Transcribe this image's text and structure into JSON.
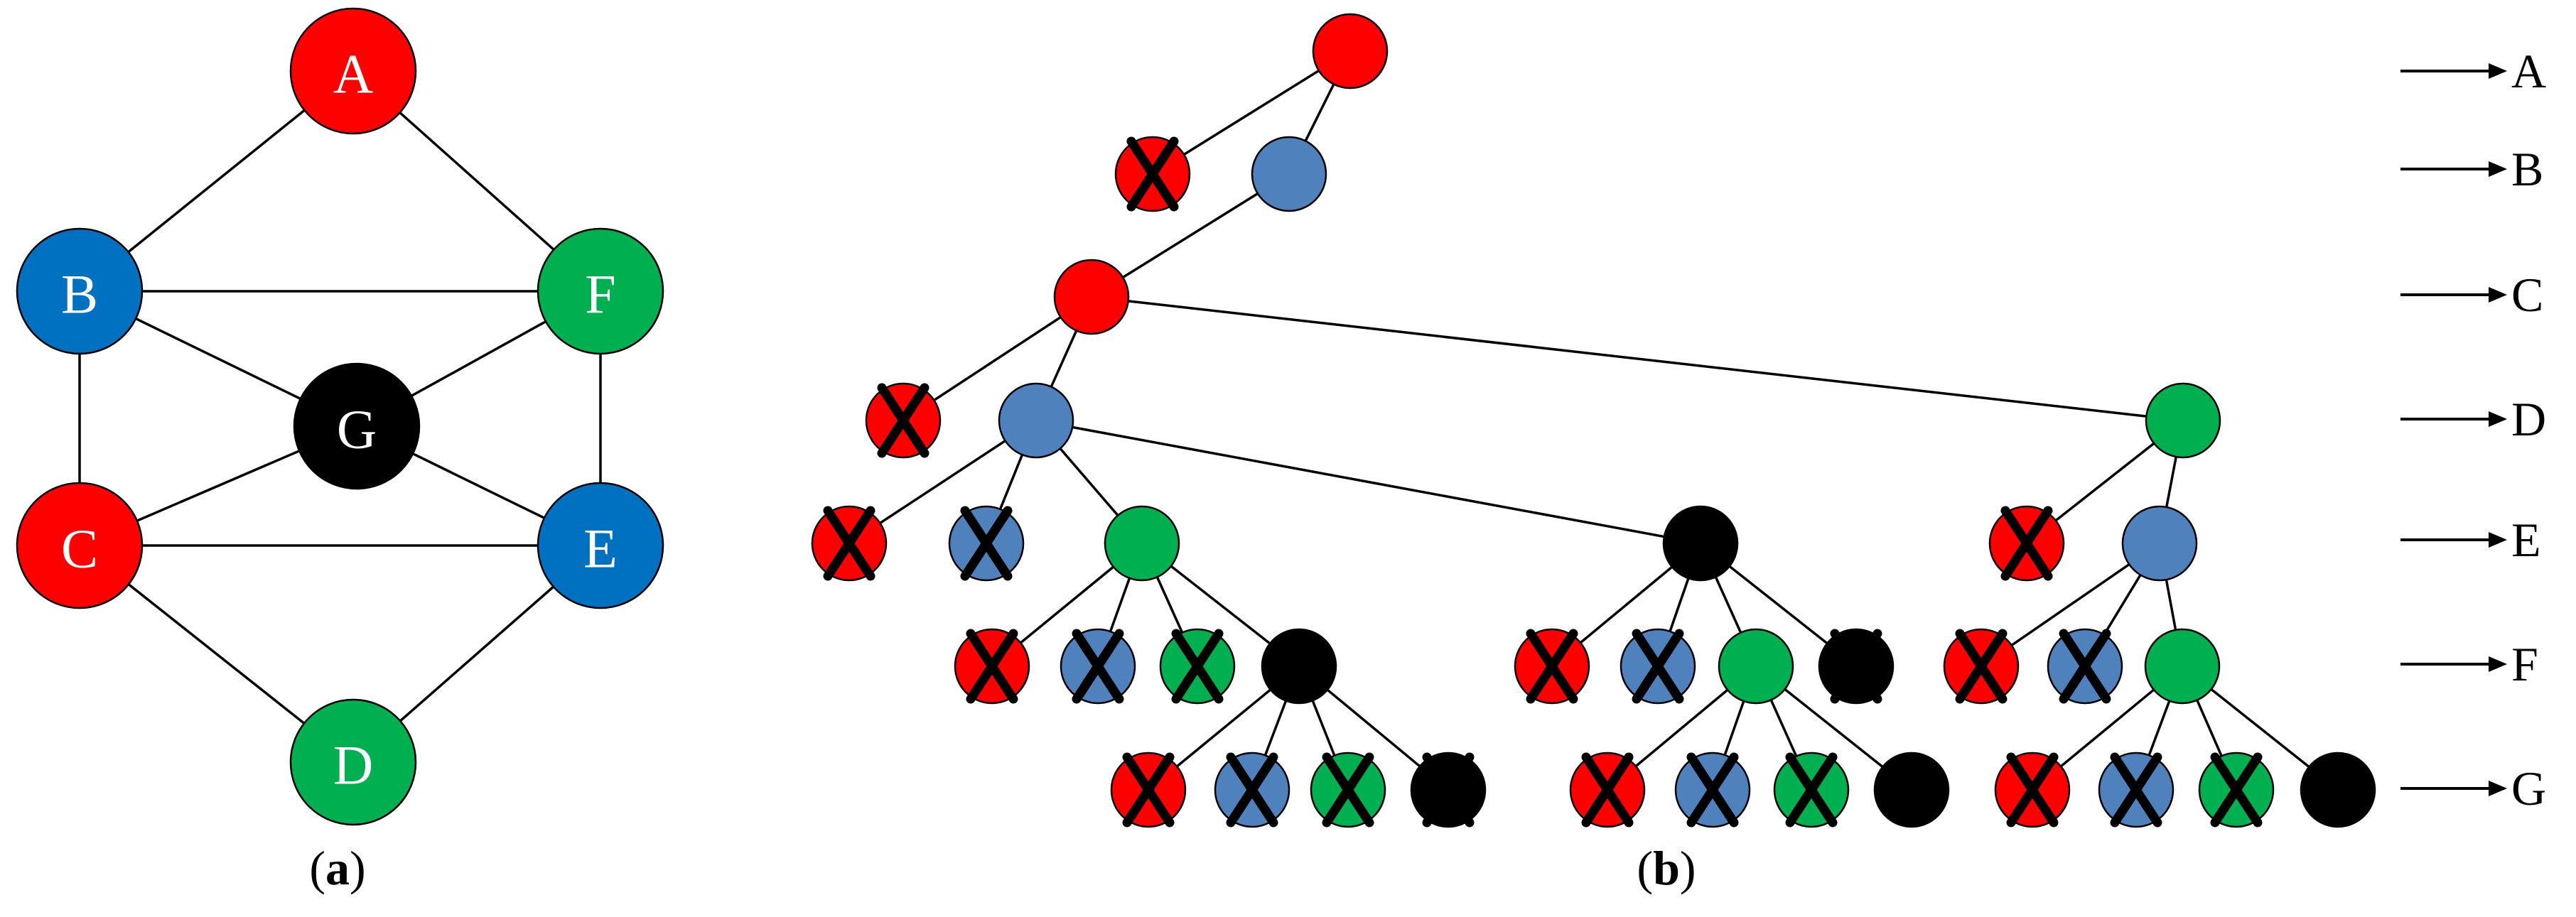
{
  "colors": {
    "red": "#ff0000",
    "blue": "#0070c0",
    "green": "#00b050",
    "black": "#000000",
    "tree_blue": "#4f81bd"
  },
  "panel_a": {
    "caption_open": "(",
    "caption_letter": "a",
    "caption_close": ")",
    "nodes": [
      {
        "id": "A",
        "label": "A",
        "color": "red"
      },
      {
        "id": "B",
        "label": "B",
        "color": "blue"
      },
      {
        "id": "F",
        "label": "F",
        "color": "green"
      },
      {
        "id": "G",
        "label": "G",
        "color": "black"
      },
      {
        "id": "C",
        "label": "C",
        "color": "red"
      },
      {
        "id": "E",
        "label": "E",
        "color": "blue"
      },
      {
        "id": "D",
        "label": "D",
        "color": "green"
      }
    ],
    "edges": [
      [
        "A",
        "B"
      ],
      [
        "A",
        "F"
      ],
      [
        "B",
        "F"
      ],
      [
        "B",
        "G"
      ],
      [
        "B",
        "C"
      ],
      [
        "F",
        "G"
      ],
      [
        "F",
        "E"
      ],
      [
        "C",
        "G"
      ],
      [
        "G",
        "E"
      ],
      [
        "C",
        "E"
      ],
      [
        "C",
        "D"
      ],
      [
        "E",
        "D"
      ]
    ]
  },
  "panel_b": {
    "caption_open": "(",
    "caption_letter": "b",
    "caption_close": ")",
    "levels": [
      "A",
      "B",
      "C",
      "D",
      "E",
      "F",
      "G"
    ],
    "nodes": [
      {
        "id": "A1",
        "level": 0,
        "color": "red",
        "crossed": false
      },
      {
        "id": "B1",
        "level": 1,
        "color": "red",
        "crossed": true
      },
      {
        "id": "B2",
        "level": 1,
        "color": "tree_blue",
        "crossed": false
      },
      {
        "id": "C1",
        "level": 2,
        "color": "red",
        "crossed": false
      },
      {
        "id": "D1",
        "level": 3,
        "color": "red",
        "crossed": true
      },
      {
        "id": "D2",
        "level": 3,
        "color": "tree_blue",
        "crossed": false
      },
      {
        "id": "D3",
        "level": 3,
        "color": "green",
        "crossed": false
      },
      {
        "id": "E1",
        "level": 4,
        "color": "red",
        "crossed": true
      },
      {
        "id": "E2",
        "level": 4,
        "color": "tree_blue",
        "crossed": true
      },
      {
        "id": "E3",
        "level": 4,
        "color": "green",
        "crossed": false
      },
      {
        "id": "E4",
        "level": 4,
        "color": "black",
        "crossed": false
      },
      {
        "id": "E5",
        "level": 4,
        "color": "red",
        "crossed": true
      },
      {
        "id": "E6",
        "level": 4,
        "color": "tree_blue",
        "crossed": false
      },
      {
        "id": "F1",
        "level": 5,
        "color": "red",
        "crossed": true
      },
      {
        "id": "F2",
        "level": 5,
        "color": "tree_blue",
        "crossed": true
      },
      {
        "id": "F3",
        "level": 5,
        "color": "green",
        "crossed": true
      },
      {
        "id": "F4",
        "level": 5,
        "color": "black",
        "crossed": false
      },
      {
        "id": "F5",
        "level": 5,
        "color": "red",
        "crossed": true
      },
      {
        "id": "F6",
        "level": 5,
        "color": "tree_blue",
        "crossed": true
      },
      {
        "id": "F7",
        "level": 5,
        "color": "green",
        "crossed": false
      },
      {
        "id": "F8",
        "level": 5,
        "color": "black",
        "crossed": true
      },
      {
        "id": "F9",
        "level": 5,
        "color": "red",
        "crossed": true
      },
      {
        "id": "F10",
        "level": 5,
        "color": "tree_blue",
        "crossed": true
      },
      {
        "id": "F11",
        "level": 5,
        "color": "green",
        "crossed": false
      },
      {
        "id": "G1",
        "level": 6,
        "color": "red",
        "crossed": true
      },
      {
        "id": "G2",
        "level": 6,
        "color": "tree_blue",
        "crossed": true
      },
      {
        "id": "G3",
        "level": 6,
        "color": "green",
        "crossed": true
      },
      {
        "id": "G4",
        "level": 6,
        "color": "black",
        "crossed": true
      },
      {
        "id": "G5",
        "level": 6,
        "color": "red",
        "crossed": true
      },
      {
        "id": "G6",
        "level": 6,
        "color": "tree_blue",
        "crossed": true
      },
      {
        "id": "G7",
        "level": 6,
        "color": "green",
        "crossed": true
      },
      {
        "id": "G8",
        "level": 6,
        "color": "black",
        "crossed": false
      },
      {
        "id": "G9",
        "level": 6,
        "color": "red",
        "crossed": true
      },
      {
        "id": "G10",
        "level": 6,
        "color": "tree_blue",
        "crossed": true
      },
      {
        "id": "G11",
        "level": 6,
        "color": "green",
        "crossed": true
      },
      {
        "id": "G12",
        "level": 6,
        "color": "black",
        "crossed": false
      }
    ],
    "edges": [
      [
        "A1",
        "B1"
      ],
      [
        "A1",
        "B2"
      ],
      [
        "B2",
        "C1"
      ],
      [
        "C1",
        "D1"
      ],
      [
        "C1",
        "D2"
      ],
      [
        "C1",
        "D3"
      ],
      [
        "D2",
        "E1"
      ],
      [
        "D2",
        "E2"
      ],
      [
        "D2",
        "E3"
      ],
      [
        "D2",
        "E4"
      ],
      [
        "D3",
        "E5"
      ],
      [
        "D3",
        "E6"
      ],
      [
        "E3",
        "F1"
      ],
      [
        "E3",
        "F2"
      ],
      [
        "E3",
        "F3"
      ],
      [
        "E3",
        "F4"
      ],
      [
        "E4",
        "F5"
      ],
      [
        "E4",
        "F6"
      ],
      [
        "E4",
        "F7"
      ],
      [
        "E4",
        "F8"
      ],
      [
        "E6",
        "F9"
      ],
      [
        "E6",
        "F10"
      ],
      [
        "E6",
        "F11"
      ],
      [
        "F4",
        "G1"
      ],
      [
        "F4",
        "G2"
      ],
      [
        "F4",
        "G3"
      ],
      [
        "F4",
        "G4"
      ],
      [
        "F7",
        "G5"
      ],
      [
        "F7",
        "G6"
      ],
      [
        "F7",
        "G7"
      ],
      [
        "F7",
        "G8"
      ],
      [
        "F11",
        "G9"
      ],
      [
        "F11",
        "G10"
      ],
      [
        "F11",
        "G11"
      ],
      [
        "F11",
        "G12"
      ]
    ]
  }
}
